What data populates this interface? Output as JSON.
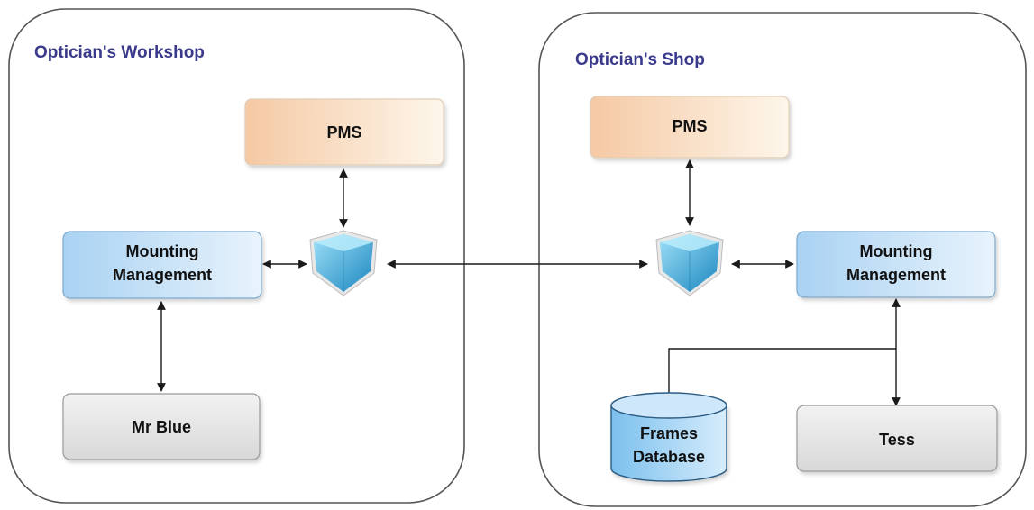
{
  "workshop": {
    "title": "Optician's Workshop",
    "pms_label": "PMS",
    "mounting_line1": "Mounting",
    "mounting_line2": "Management",
    "device_label": "Mr Blue"
  },
  "shop": {
    "title": "Optician's Shop",
    "pms_label": "PMS",
    "mounting_line1": "Mounting",
    "mounting_line2": "Management",
    "database_line1": "Frames",
    "database_line2": "Database",
    "device_label": "Tess"
  },
  "colors": {
    "pms_fill_start": "#f5c9a4",
    "pms_fill_end": "#fdf6ea",
    "mounting_fill_start": "#a9d2f2",
    "mounting_fill_end": "#e8f3fc",
    "device_fill": "#e4e4e4",
    "hub_fill": "#3aa6d6",
    "panel_stroke": "#555555"
  },
  "icons": {
    "hub": "shield-cube-icon"
  }
}
